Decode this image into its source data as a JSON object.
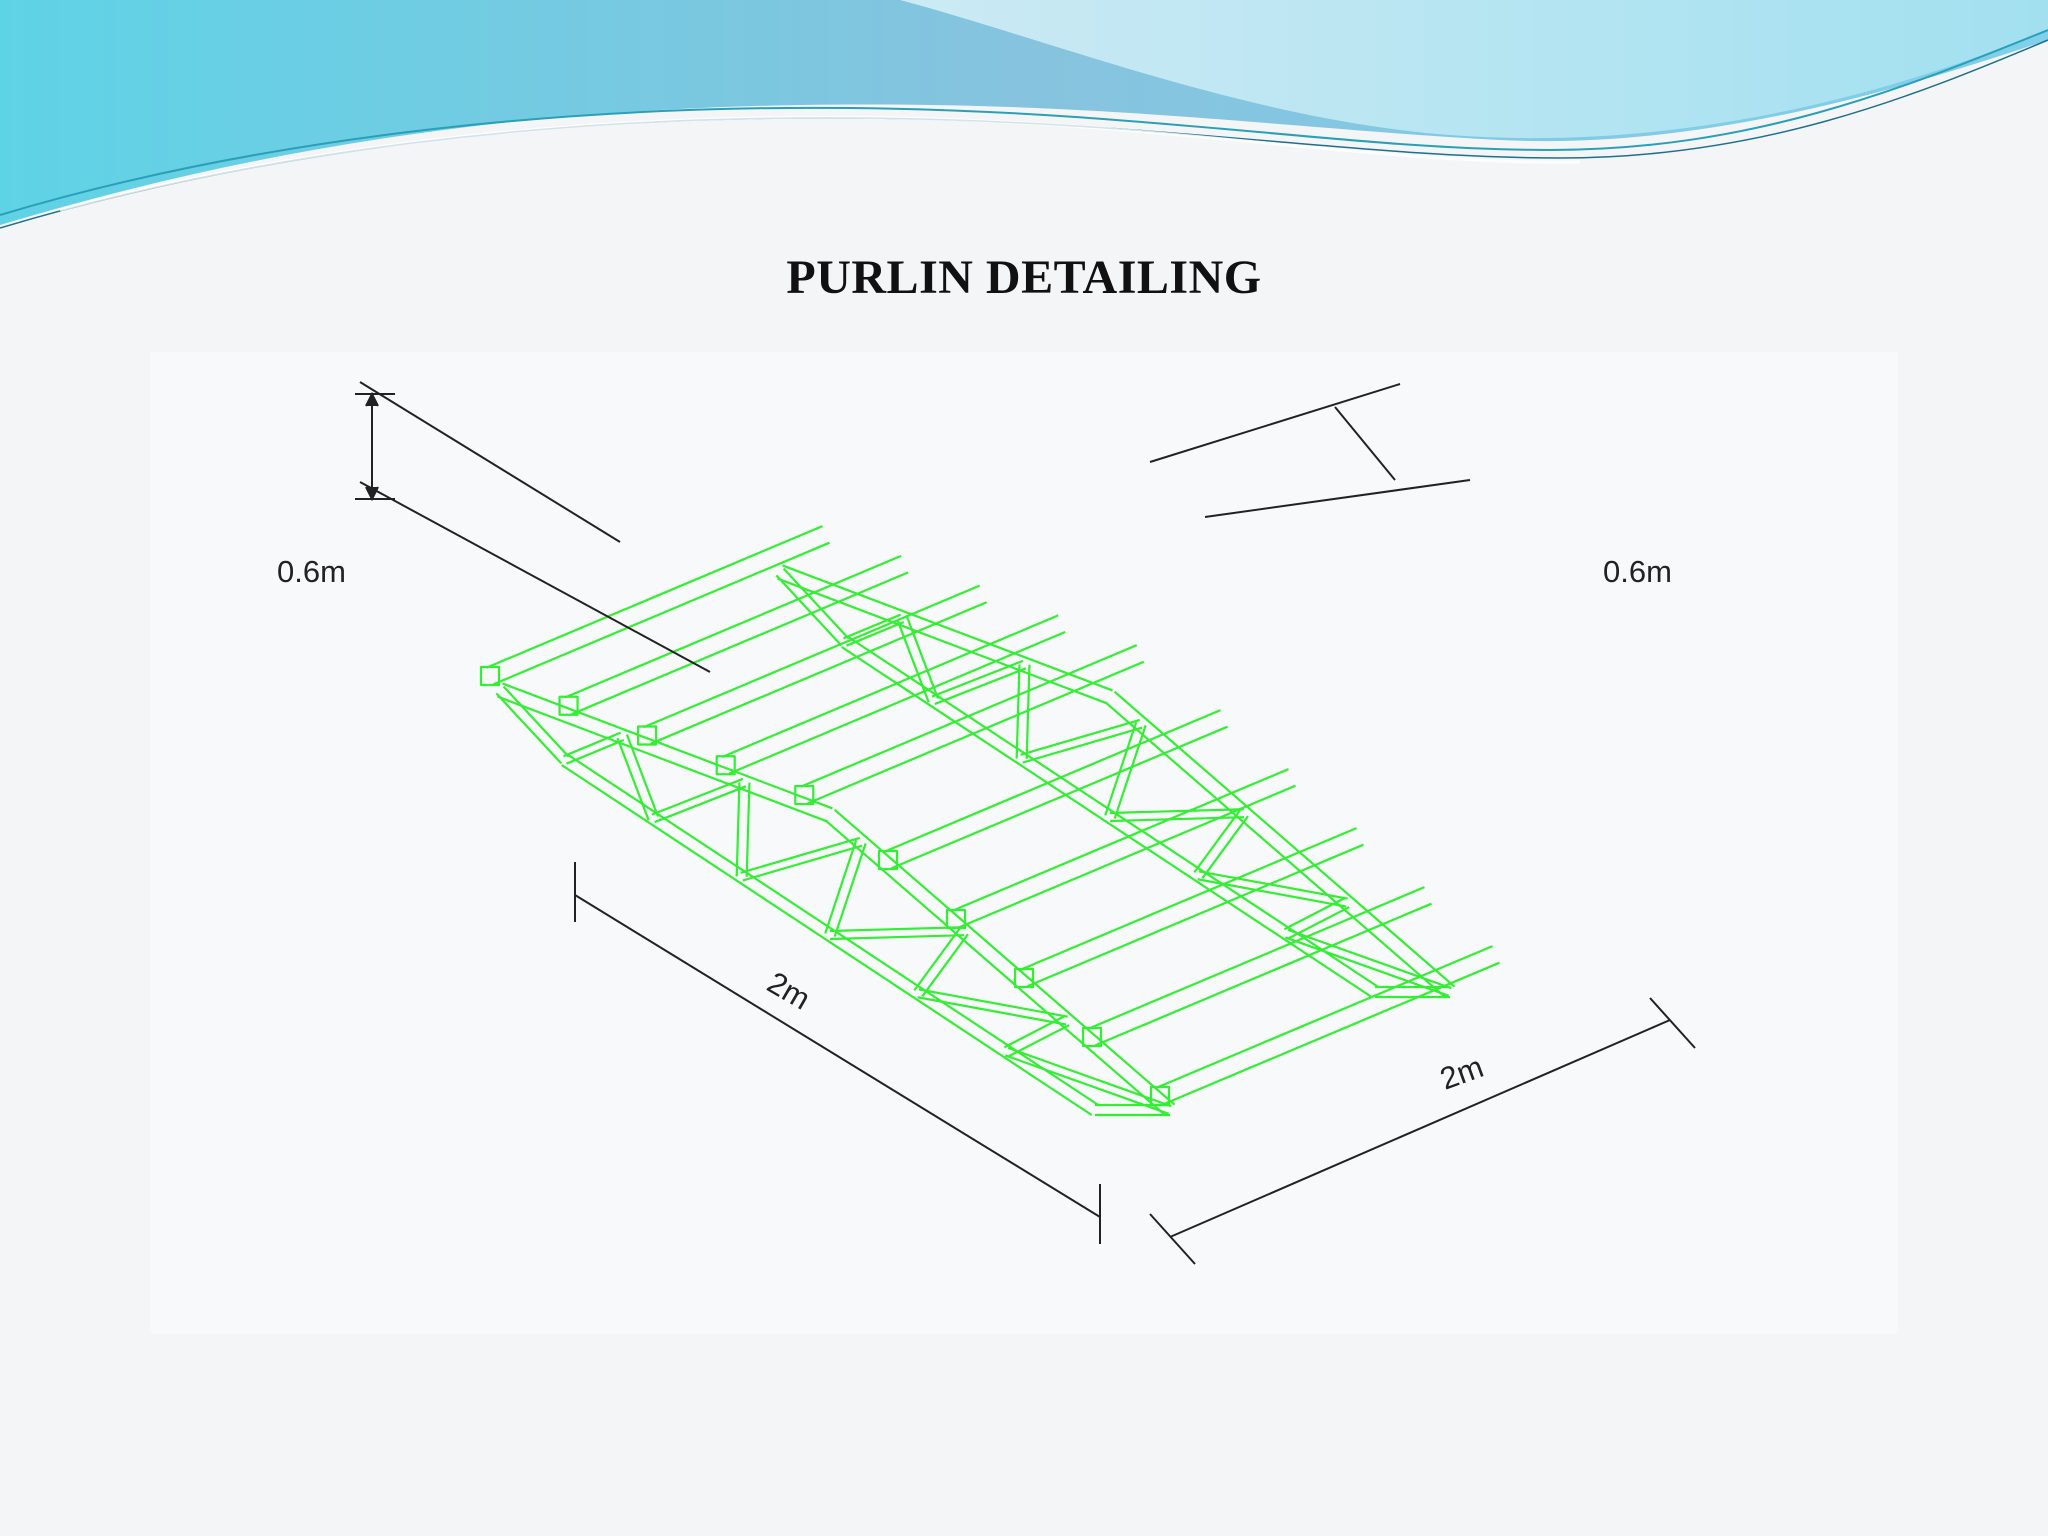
{
  "slide": {
    "title": "PURLIN DETAILING"
  },
  "colors": {
    "steel": "#33ee33",
    "dimension": "#222222",
    "header_wave_light": "#bfe6f2",
    "header_wave_dark": "#62c8e0"
  },
  "drawing": {
    "dimensions": {
      "left_height": "0.6m",
      "right_spacing": "0.6m",
      "truss_length": "2m",
      "purlin_length": "2m"
    }
  }
}
